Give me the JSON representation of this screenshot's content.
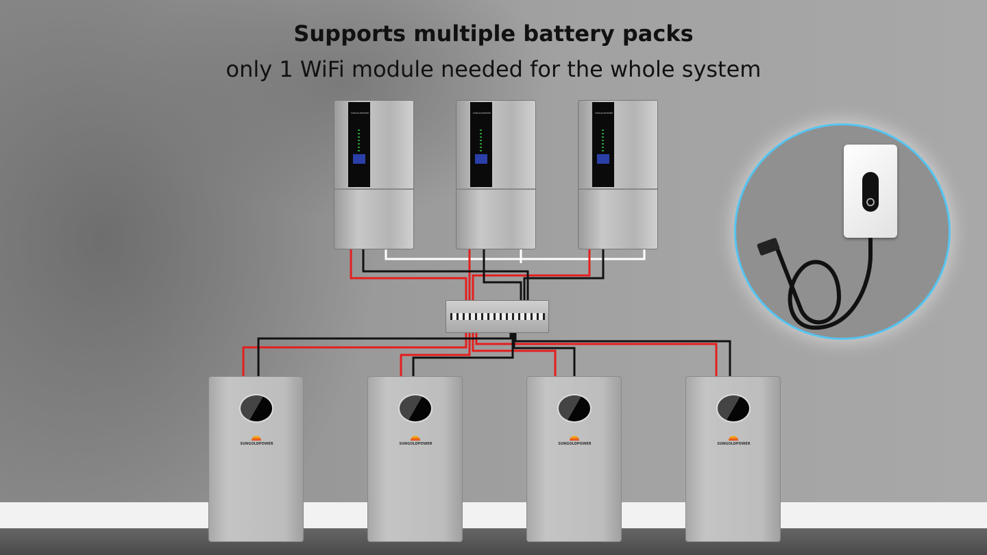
{
  "header": {
    "title": "Supports multiple battery packs",
    "subtitle": "only 1 WiFi module needed for the whole system"
  },
  "inverters": [
    {
      "brand": "SUNGOLDPOWER"
    },
    {
      "brand": "SUNGOLDPOWER"
    },
    {
      "brand": "SUNGOLDPOWER"
    }
  ],
  "batteries": [
    {
      "brand": "SUNGOLDPOWER"
    },
    {
      "brand": "SUNGOLDPOWER"
    },
    {
      "brand": "SUNGOLDPOWER"
    },
    {
      "brand": "SUNGOLDPOWER"
    }
  ],
  "colors": {
    "positive_wire": "#e41e1e",
    "negative_wire": "#111111",
    "comm_wire": "#ffffff",
    "wifi_highlight": "#56c4f0"
  },
  "icons": [
    "wifi-module-icon",
    "inverter-icon",
    "battery-icon",
    "combiner-box-icon"
  ]
}
